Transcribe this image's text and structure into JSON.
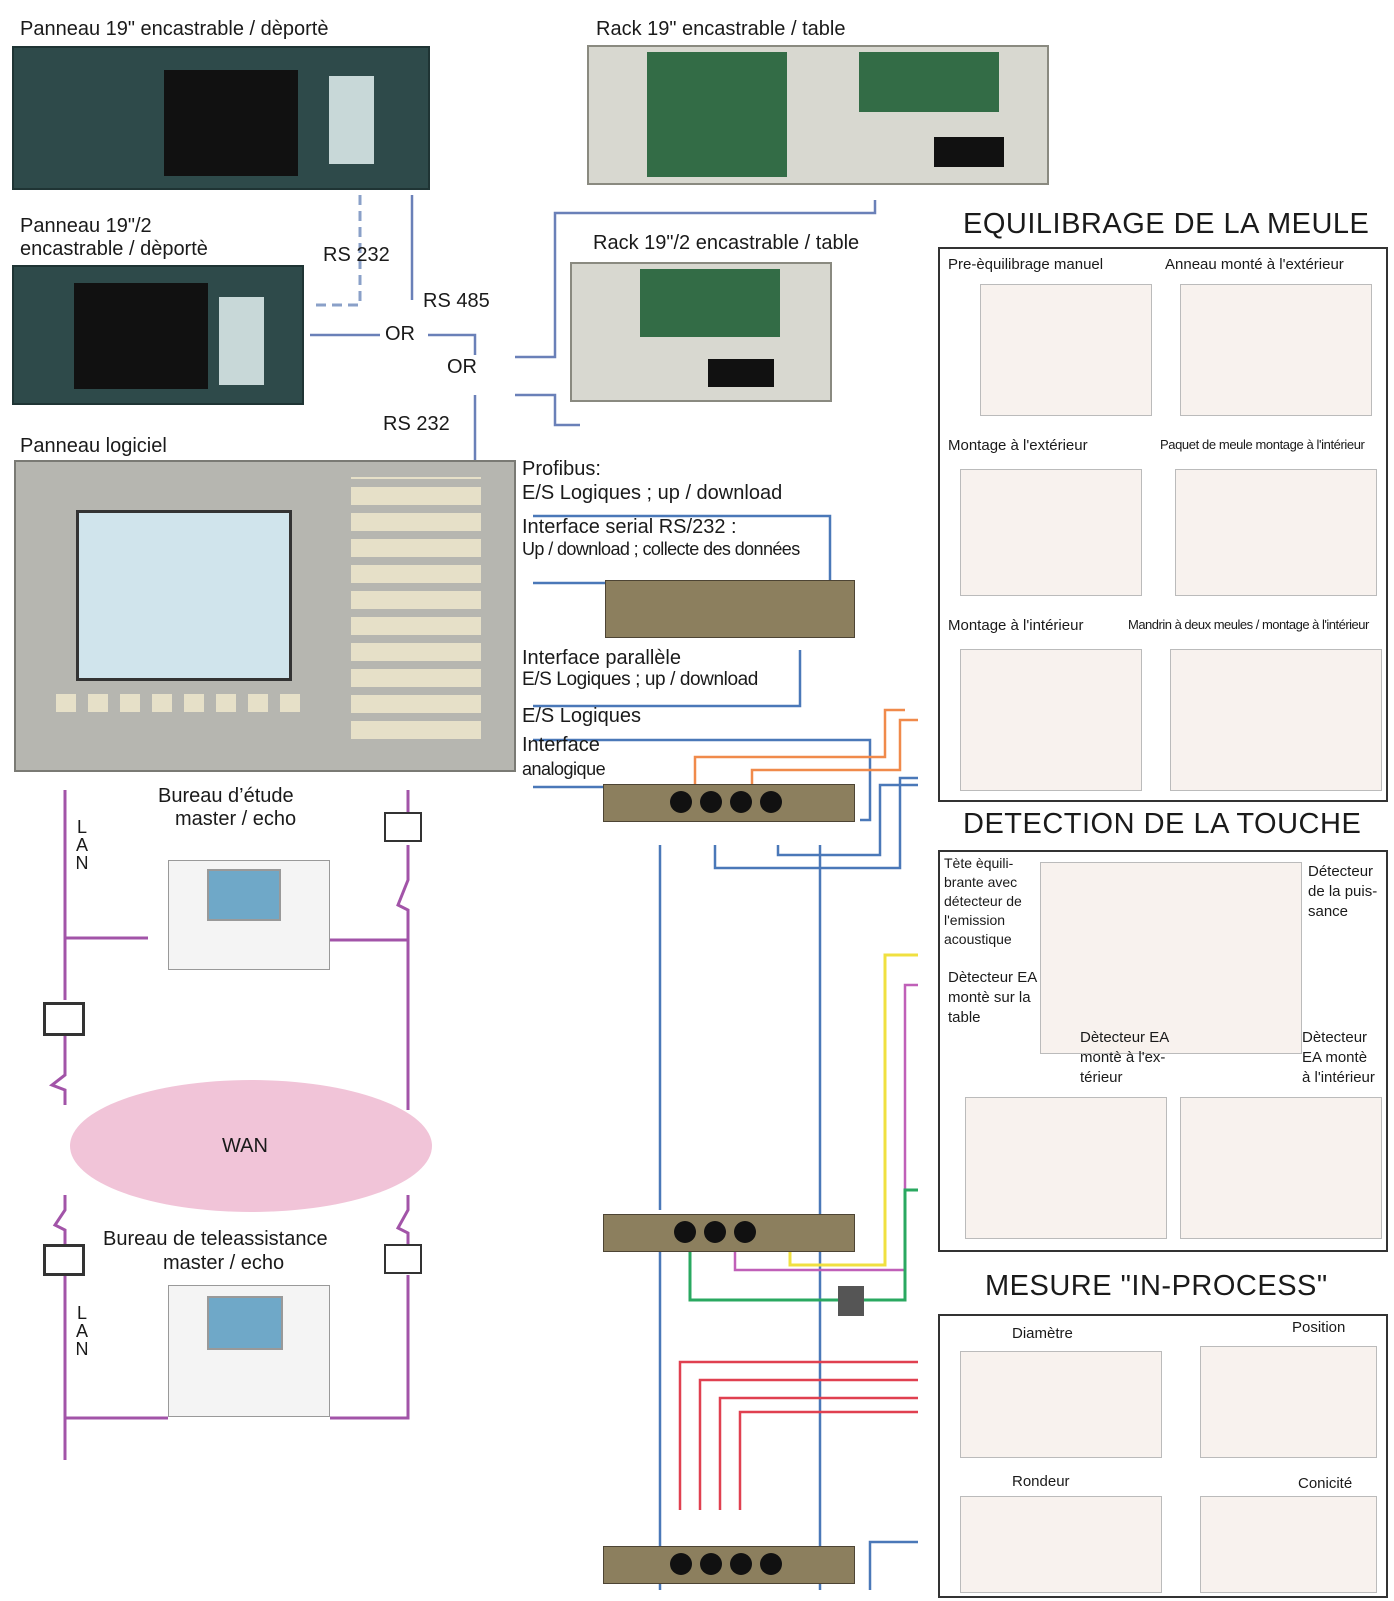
{
  "left": {
    "panel_19_label": "Panneau 19\" encastrable / dèportè",
    "panel_19_half_label_1": "Panneau 19\"/2",
    "panel_19_half_label_2": "encastrable / dèportè",
    "panel_software_label": "Panneau logiciel",
    "rs232_a": "RS 232",
    "rs485": "RS 485",
    "or_1": "OR",
    "or_2": "OR",
    "rs232_b": "RS 232",
    "bureau_etude_1": "Bureau d’étude",
    "bureau_etude_2": "master / echo",
    "lan_1": "L A N",
    "wan": "WAN",
    "bureau_tele_1": "Bureau de teleassistance",
    "bureau_tele_2": "master / echo",
    "lan_2": "L A N"
  },
  "middle": {
    "rack_19_label": "Rack 19\" encastrable / table",
    "rack_19_half_label": "Rack 19\"/2 encastrable / table",
    "profibus_1": "Profibus:",
    "profibus_2": "E/S Logiques ; up / download",
    "serial_1": "Interface serial RS/232 :",
    "serial_2": "Up / download ; collecte des données",
    "parallel_1": "Interface parallèle",
    "parallel_2": "E/S Logiques ; up / download",
    "es_logiques": "E/S Logiques",
    "analog_1": "Interface",
    "analog_2": "analogique"
  },
  "right": {
    "section1_title": "EQUILIBRAGE DE LA MEULE",
    "s1_a": "Pre-èquilibrage manuel",
    "s1_b": "Anneau monté à l'extérieur",
    "s1_c": "Montage à l'extérieur",
    "s1_d": "Paquet de meule  montage à l'intérieur",
    "s1_e": "Montage à l'intérieur",
    "s1_f": "Mandrin à deux meules / montage à l'intérieur",
    "section2_title": "DETECTION DE LA TOUCHE",
    "s2_a1": "Tète èquili-",
    "s2_a2": "brante avec",
    "s2_a3": "détecteur de",
    "s2_a4": "l'emission",
    "s2_a5": "acoustique",
    "s2_b1": "Détecteur",
    "s2_b2": "de la puis-",
    "s2_b3": "sance",
    "s2_c1": "Dètecteur EA",
    "s2_c2": "montè sur la",
    "s2_c3": "table",
    "s2_d1": "Dètecteur EA",
    "s2_d2": "montè à l'ex-",
    "s2_d3": "térieur",
    "s2_e1": "Dètecteur",
    "s2_e2": "EA montè",
    "s2_e3": "à l'intérieur",
    "section3_title": "MESURE \"IN-PROCESS\"",
    "s3_a": "Diamètre",
    "s3_b": "Position",
    "s3_c": "Rondeur",
    "s3_d": "Conicité"
  },
  "colors": {
    "blue_wire": "#4a78b8",
    "dashed_wire": "#8aa0c8",
    "orange_wire": "#f08a4b",
    "purple_wire": "#a254a8",
    "yellow_wire": "#f0e040",
    "green_wire": "#2aa860",
    "red_wire": "#e04050",
    "wan_fill": "#f1c4d8",
    "panel_teal": "#2e4a4a"
  }
}
